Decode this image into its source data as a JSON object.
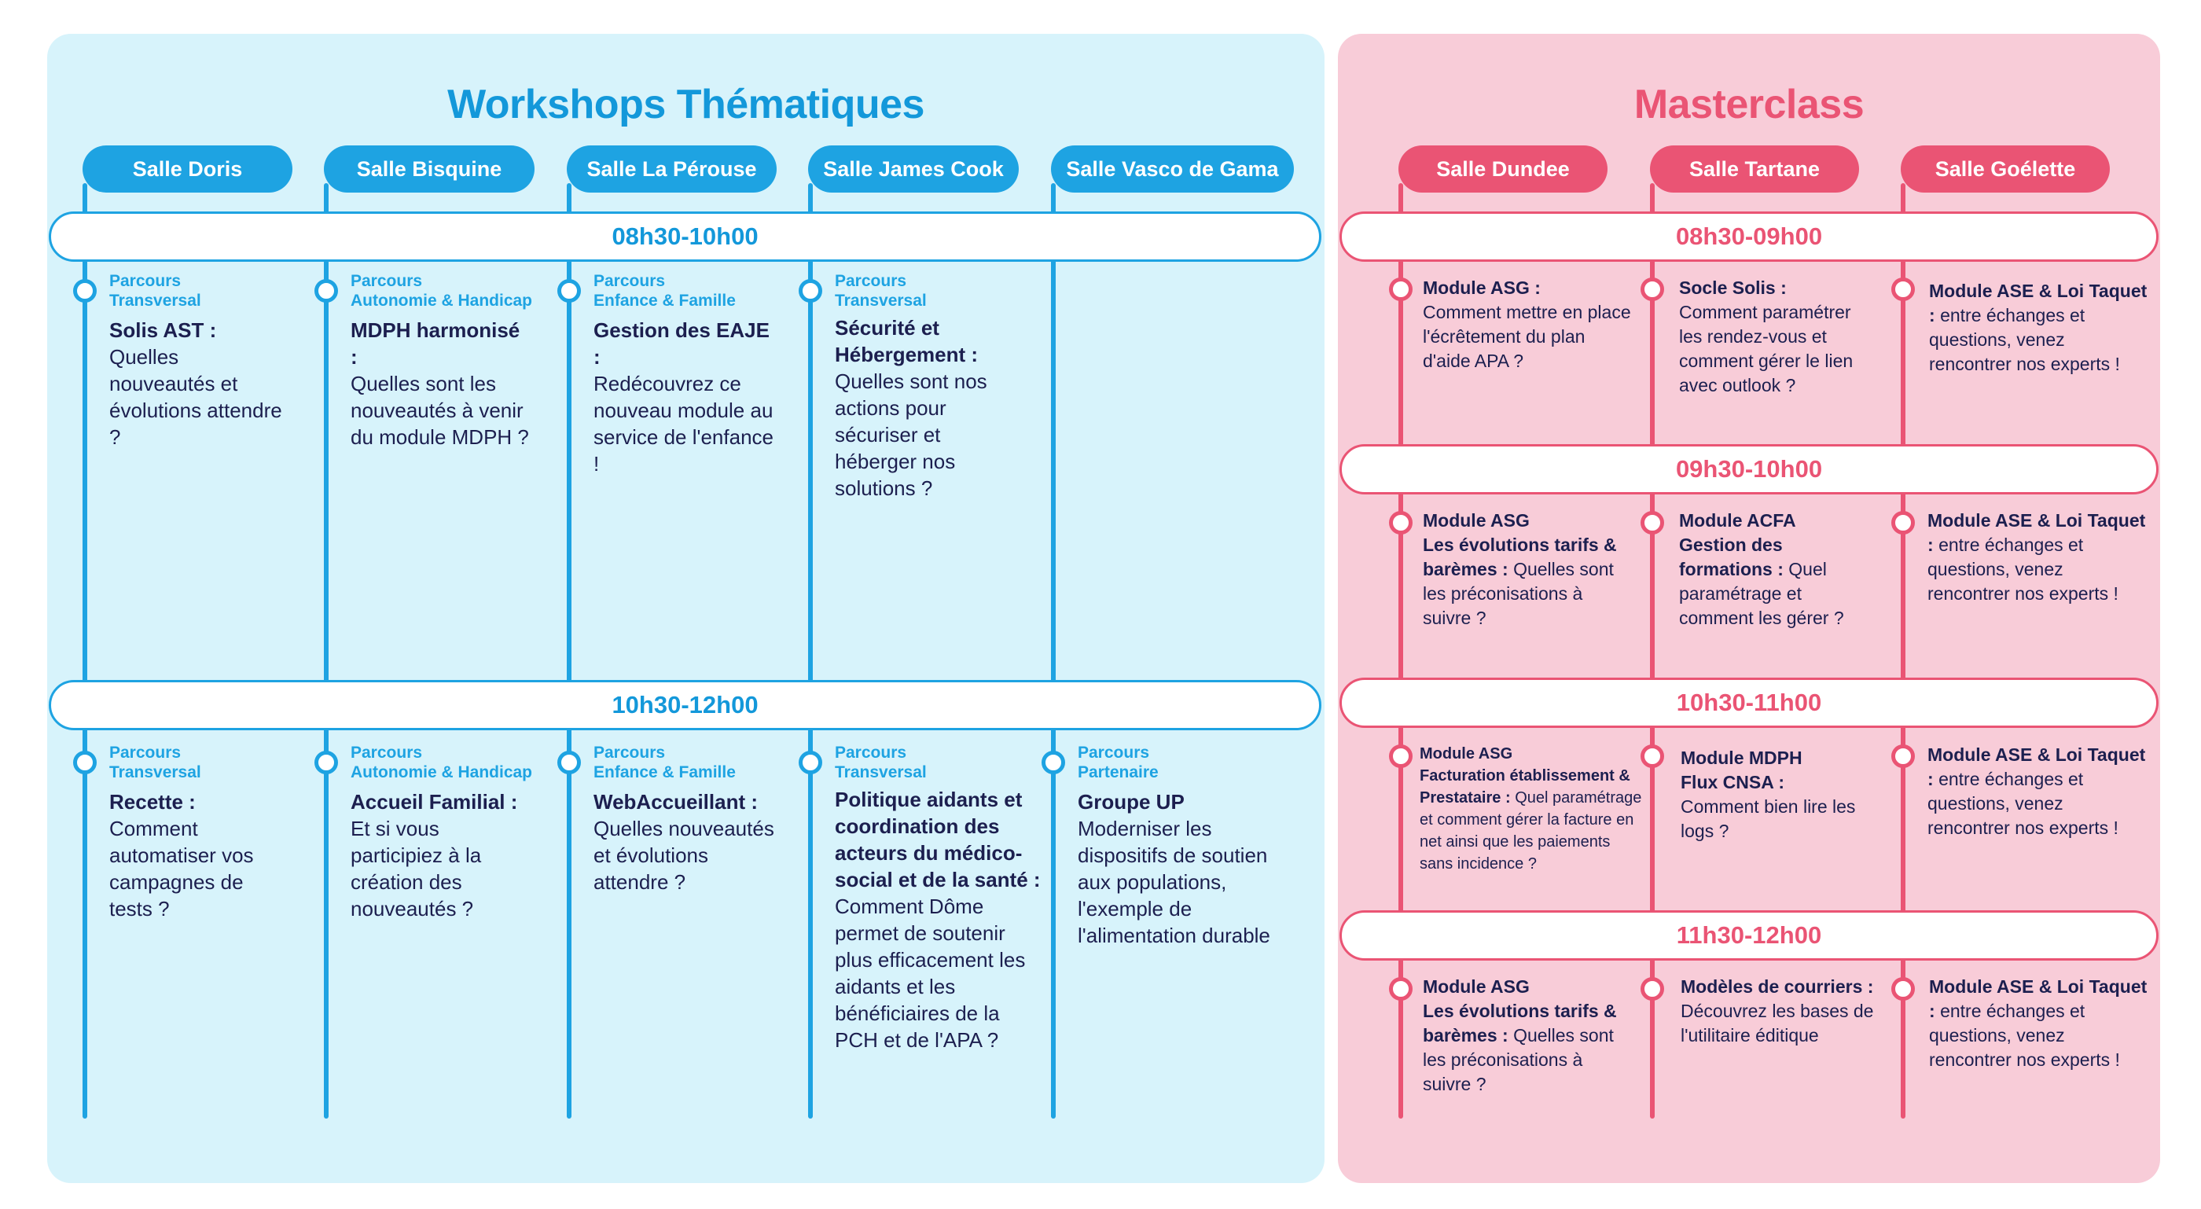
{
  "workshops": {
    "title": "Workshops Thématiques",
    "rooms": [
      "Salle Doris",
      "Salle Bisquine",
      "Salle La Pérouse",
      "Salle James Cook",
      "Salle Vasco de Gama"
    ],
    "slots": [
      {
        "time": "08h30-10h00",
        "sessions": [
          {
            "track": "Parcours\nTransversal",
            "title": "Solis AST :",
            "desc": "Quelles nouveautés et évolutions attendre ?"
          },
          {
            "track": "Parcours\nAutonomie & Handicap",
            "title": "MDPH harmonisé :",
            "desc": "Quelles sont les nouveautés à venir du module MDPH ?"
          },
          {
            "track": "Parcours\nEnfance & Famille",
            "title": "Gestion des EAJE :",
            "desc": "Redécouvrez ce nouveau module au service de l'enfance !"
          },
          {
            "track": "Parcours\nTransversal",
            "title": "Sécurité et Hébergement :",
            "desc": "Quelles sont nos actions pour sécuriser et héberger nos solutions ?"
          }
        ]
      },
      {
        "time": "10h30-12h00",
        "sessions": [
          {
            "track": "Parcours\nTransversal",
            "title": "Recette :",
            "desc": "Comment automatiser vos campagnes de tests ?"
          },
          {
            "track": "Parcours\nAutonomie & Handicap",
            "title": "Accueil Familial :",
            "desc": "Et si vous participiez à la création des nouveautés ?"
          },
          {
            "track": "Parcours\nEnfance & Famille",
            "title": "WebAccueillant :",
            "desc": "Quelles nouveautés et évolutions attendre ?"
          },
          {
            "track": "Parcours\nTransversal",
            "title": "Politique aidants et coordination des acteurs du médico-social et de la santé :",
            "desc": "Comment Dôme permet de soutenir plus efficacement les aidants et les bénéficiaires de la PCH et de l'APA ?"
          },
          {
            "track": "Parcours\nPartenaire",
            "title": "Groupe UP",
            "desc": "Moderniser les dispositifs de soutien aux populations, l'exemple de l'alimentation durable"
          }
        ]
      }
    ]
  },
  "masterclass": {
    "title": "Masterclass",
    "rooms": [
      "Salle Dundee",
      "Salle Tartane",
      "Salle Goélette"
    ],
    "slots": [
      {
        "time": "08h30-09h00",
        "sessions": [
          {
            "title": "Module ASG :",
            "subtitle": "",
            "desc": "Comment mettre en place l'écrêtement du plan d'aide APA ?"
          },
          {
            "title": "Socle Solis :",
            "subtitle": "",
            "desc": "Comment paramétrer les rendez-vous et comment gérer le lien avec outlook ?"
          },
          {
            "title": "Module ASE & Loi Taquet :",
            "subtitle": "",
            "desc": "entre échanges et questions, venez rencontrer nos experts !"
          }
        ]
      },
      {
        "time": "09h30-10h00",
        "sessions": [
          {
            "title": "Module ASG",
            "subtitle": "Les évolutions tarifs & barèmes :",
            "desc": "Quelles sont les préconisations à suivre ?"
          },
          {
            "title": "Module ACFA",
            "subtitle": "Gestion des formations :",
            "desc": "Quel paramétrage et comment les gérer ?"
          },
          {
            "title": "Module ASE & Loi Taquet :",
            "subtitle": "",
            "desc": "entre échanges et questions, venez rencontrer nos experts !"
          }
        ]
      },
      {
        "time": "10h30-11h00",
        "sessions": [
          {
            "title": "Module ASG",
            "subtitle": "Facturation établissement & Prestataire :",
            "desc": "Quel paramétrage et comment gérer la facture en net ainsi que les paiements sans incidence ?"
          },
          {
            "title": "Module MDPH",
            "subtitle": "Flux CNSA :",
            "desc": "Comment bien lire les logs ?"
          },
          {
            "title": "Module ASE & Loi Taquet :",
            "subtitle": "",
            "desc": "entre échanges et questions, venez rencontrer nos experts !"
          }
        ]
      },
      {
        "time": "11h30-12h00",
        "sessions": [
          {
            "title": "Module ASG",
            "subtitle": "Les évolutions tarifs & barèmes :",
            "desc": "Quelles sont les préconisations à suivre ?"
          },
          {
            "title": "Modèles de courriers :",
            "subtitle": "",
            "desc": "Découvrez les bases de l'utilitaire éditique"
          },
          {
            "title": "Module ASE & Loi Taquet :",
            "subtitle": "",
            "desc": "entre échanges et questions, venez rencontrer nos experts !"
          }
        ]
      }
    ]
  }
}
